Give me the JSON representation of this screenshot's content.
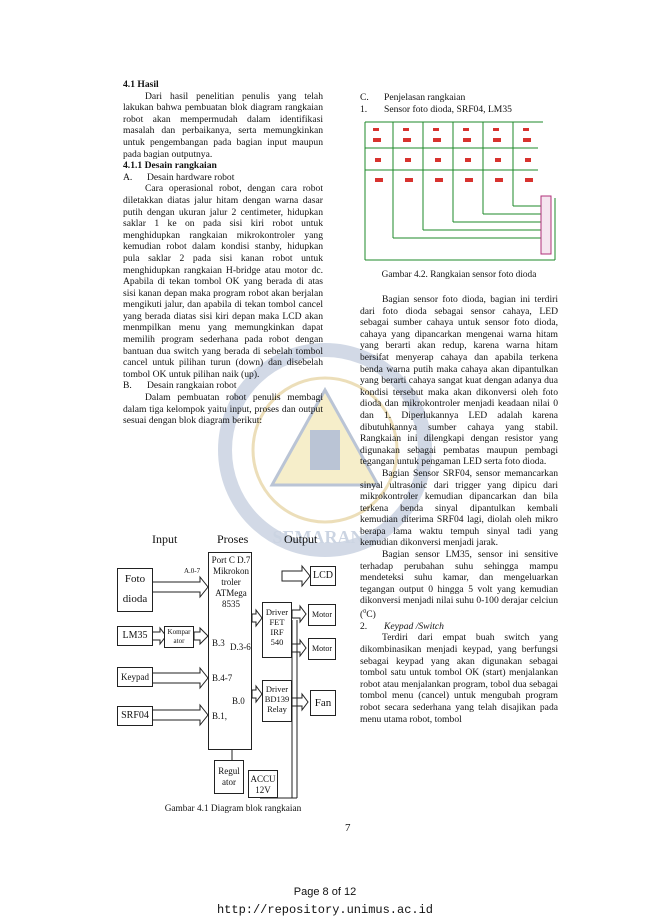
{
  "section": {
    "heading": "4.1   Hasil",
    "intro": "Dari hasil penelitian penulis yang telah lakukan bahwa pembuatan blok diagram rangkaian robot akan mempermudah dalam identifikasi masalah dan perbaikanya, serta memungkinkan untuk pengembangan pada bagian input maupun pada bagian outputnya.",
    "subheading": "4.1.1 Desain rangkaian",
    "item_a_label": "A.",
    "item_a_title": "Desain hardware robot",
    "item_a_text": "Cara operasional robot, dengan cara robot diletakkan diatas jalur hitam dengan warna dasar putih dengan ukuran jalur 2 centimeter, hidupkan saklar 1 ke on pada sisi kiri robot untuk menghidupkan rangkaian mikrokontroler yang kemudian robot dalam kondisi stanby, hidupkan pula saklar 2 pada sisi kanan robot untuk menghidupkan rangkaian H-bridge atau motor dc. Apabila di tekan tombol OK yang berada di atas sisi kanan depan maka program robot akan berjalan mengikuti jalur, dan apabila di tekan tombol cancel yang berada diatas sisi kiri depan maka LCD akan menmpilkan menu yang memungkinkan dapat memilih program sederhana pada robot dengan bantuan dua switch yang berada di sebelah tombol cancel untuk pilihan turun (down) dan disebelah tombol OK untuk pilihan naik (up).",
    "item_b_label": "B.",
    "item_b_title": "Desain rangkaian robot",
    "item_b_text": "Dalam pembuatan robot penulis membagi dalam tiga kelompok yaitu input, proses dan output sesuai dengan blok diagram berikut:"
  },
  "diagram": {
    "col_input": "Input",
    "col_proses": "Proses",
    "col_output": "Output",
    "foto": "Foto dioda",
    "lm35": "LM35",
    "komparator": "Kompar ator",
    "keypad": "Keypad",
    "srf04": "SRF04",
    "a07": "A.0-7",
    "mcu": "Port C D.7 Mikrokon troler ATMega 8535",
    "b3": "B.3",
    "d36": "D.3-6",
    "b47": "B.4-7",
    "b0": "B.0",
    "b1": "B.1,",
    "lcd": "LCD",
    "driver_fet": "Driver FET IRF 540",
    "motor1": "Motor",
    "motor2": "Motor",
    "driver_bd": "Driver BD139 Relay",
    "fan": "Fan",
    "regulator": "Regul ator",
    "accu": "ACCU 12V",
    "caption": "Gambar 4.1 Diagram blok rangkaian"
  },
  "right": {
    "c_label": "C.",
    "c_title": "Penjelasan rangkaian",
    "n1_label": "1.",
    "n1_title": "Sensor foto dioda, SRF04, LM35",
    "fig_caption": "Gambar 4.2. Rangkaian sensor foto dioda",
    "p1": "Bagian sensor foto dioda, bagian ini terdiri dari foto dioda sebagai sensor cahaya, LED sebagai sumber cahaya untuk sensor foto dioda, cahaya yang dipancarkan mengenai warna hitam yang berarti akan redup, karena warna hitam bersifat menyerap cahaya dan apabila terkena benda warna putih maka cahaya akan dipantulkan yang berarti cahaya sangat kuat dengan adanya dua kondisi tersebut maka akan dikonversi oleh foto dioda dan mikrokontroler menjadi keadaan nilai 0 dan 1. Diperlukannya LED adalah karena dibutuhkannya sumber cahaya yang stabil. Rangkaian ini dilengkapi dengan resistor yang digunakan sebagai pembatas maupun pembagi tegangan untuk pengaman LED serta foto dioda.",
    "p2": "Bagian Sensor SRF04, sensor memancarkan sinyal ultrasonic dari trigger yang dipicu dari mikrokontroler kemudian dipancarkan dan bila terkena benda sinyal dipantulkan kembali kemudian diterima SRF04 lagi, diolah oleh mikro berapa lama waktu tempuh sinyal tadi yang kemudian dikonversi menjadi jarak.",
    "p3_before": "Bagian sensor LM35, sensor ini sensitive terhadap perubahan suhu sehingga mampu mendeteksi suhu kamar, dan mengeluarkan tegangan output 0 hingga 5 volt yang kemudian dikonversi menjadi nilai suhu 0-100 derajar celciun (",
    "p3_sup": "0",
    "p3_after": "C)",
    "n2_label": "2.",
    "n2_title": "Keypad /Switch",
    "p4": "Terdiri dari empat buah switch yang dikombinasikan menjadi keypad, yang berfungsi sebagai keypad yang akan digunakan sebagai tombol satu untuk tombol OK (start) menjalankan robot atau menjalankan program, tobol dua sebagai tombol menu (cancel) untuk mengubah program robot secara sederhana yang telah disajikan pada menu utama robot, tombol"
  },
  "page_number": "7",
  "footer": "Page 8 of 12",
  "url": "http://repository.unimus.ac.id",
  "watermark_text": "SEMARANG"
}
